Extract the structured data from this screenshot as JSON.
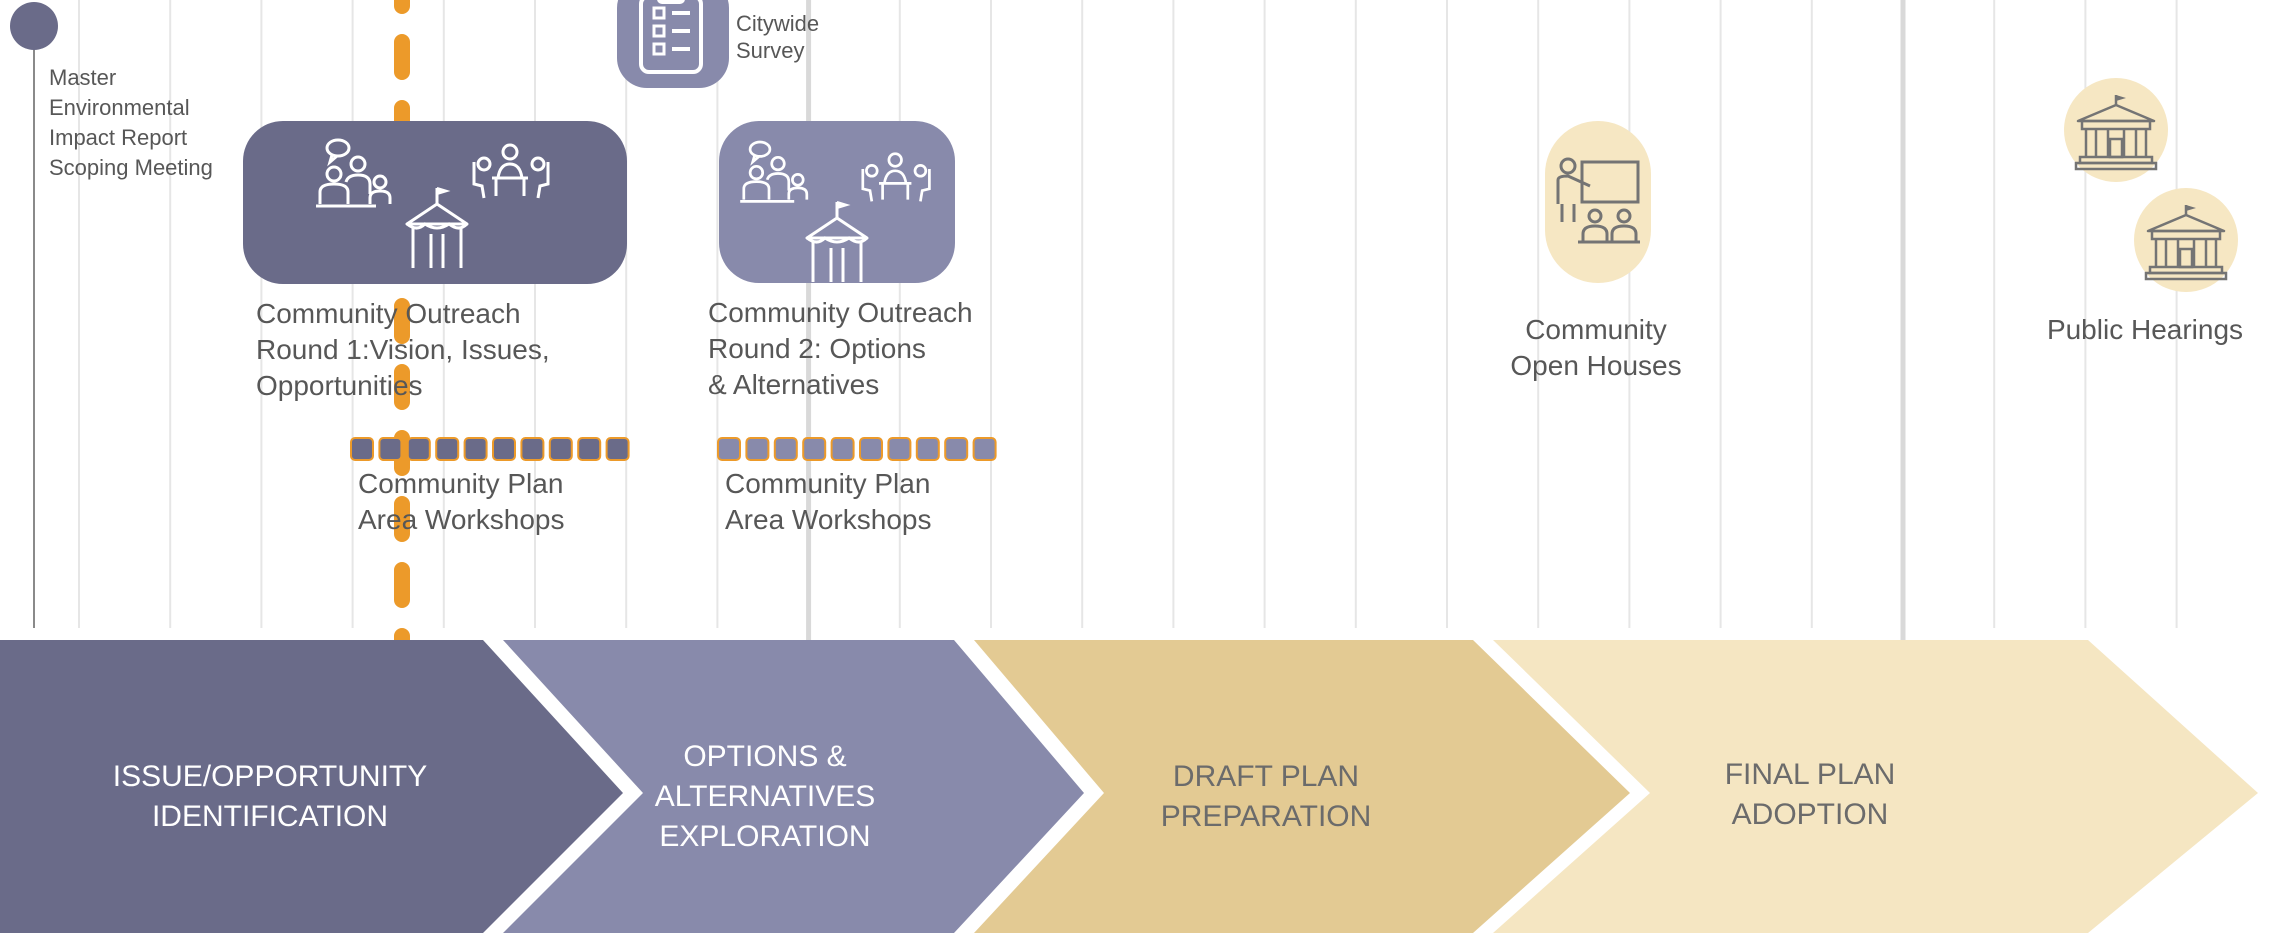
{
  "milestones": {
    "master_eir": "Master\nEnvironmental\nImpact Report\nScoping Meeting",
    "citywide_survey": "Citywide\nSurvey",
    "outreach_round1": "Community Outreach\nRound 1:Vision, Issues,\nOpportunities",
    "outreach_round2": "Community Outreach\nRound 2: Options\n& Alternatives",
    "workshops_1": "Community Plan\nArea Workshops",
    "workshops_2": "Community Plan\nArea Workshops",
    "open_houses": "Community\nOpen Houses",
    "public_hearings": "Public Hearings"
  },
  "phases": [
    {
      "label": "ISSUE/OPPORTUNITY\nIDENTIFICATION",
      "color": "#6a6b89",
      "text_color": "#ffffff"
    },
    {
      "label": "OPTIONS &\nALTERNATIVES\nEXPLORATION",
      "color": "#888aab",
      "text_color": "#ffffff"
    },
    {
      "label": "DRAFT PLAN\nPREPARATION",
      "color": "#e3ca93",
      "text_color": "#6b6b6b"
    },
    {
      "label": "FINAL PLAN\nADOPTION",
      "color": "#f5e6c2",
      "text_color": "#6b6b6b"
    }
  ],
  "colors": {
    "dark_purple": "#6a6b89",
    "light_purple": "#888aab",
    "orange_dash": "#ec9a2a",
    "icon_circle": "#f6e7c3",
    "grid_line": "#e6e6e6",
    "icon_stroke": "#747474"
  },
  "icons": {
    "scoping_marker": "timeline-marker-icon",
    "survey": "clipboard-checklist-icon",
    "outreach": "people-meeting-tent-icon",
    "open_house": "presentation-audience-icon",
    "hearing": "government-building-icon"
  }
}
